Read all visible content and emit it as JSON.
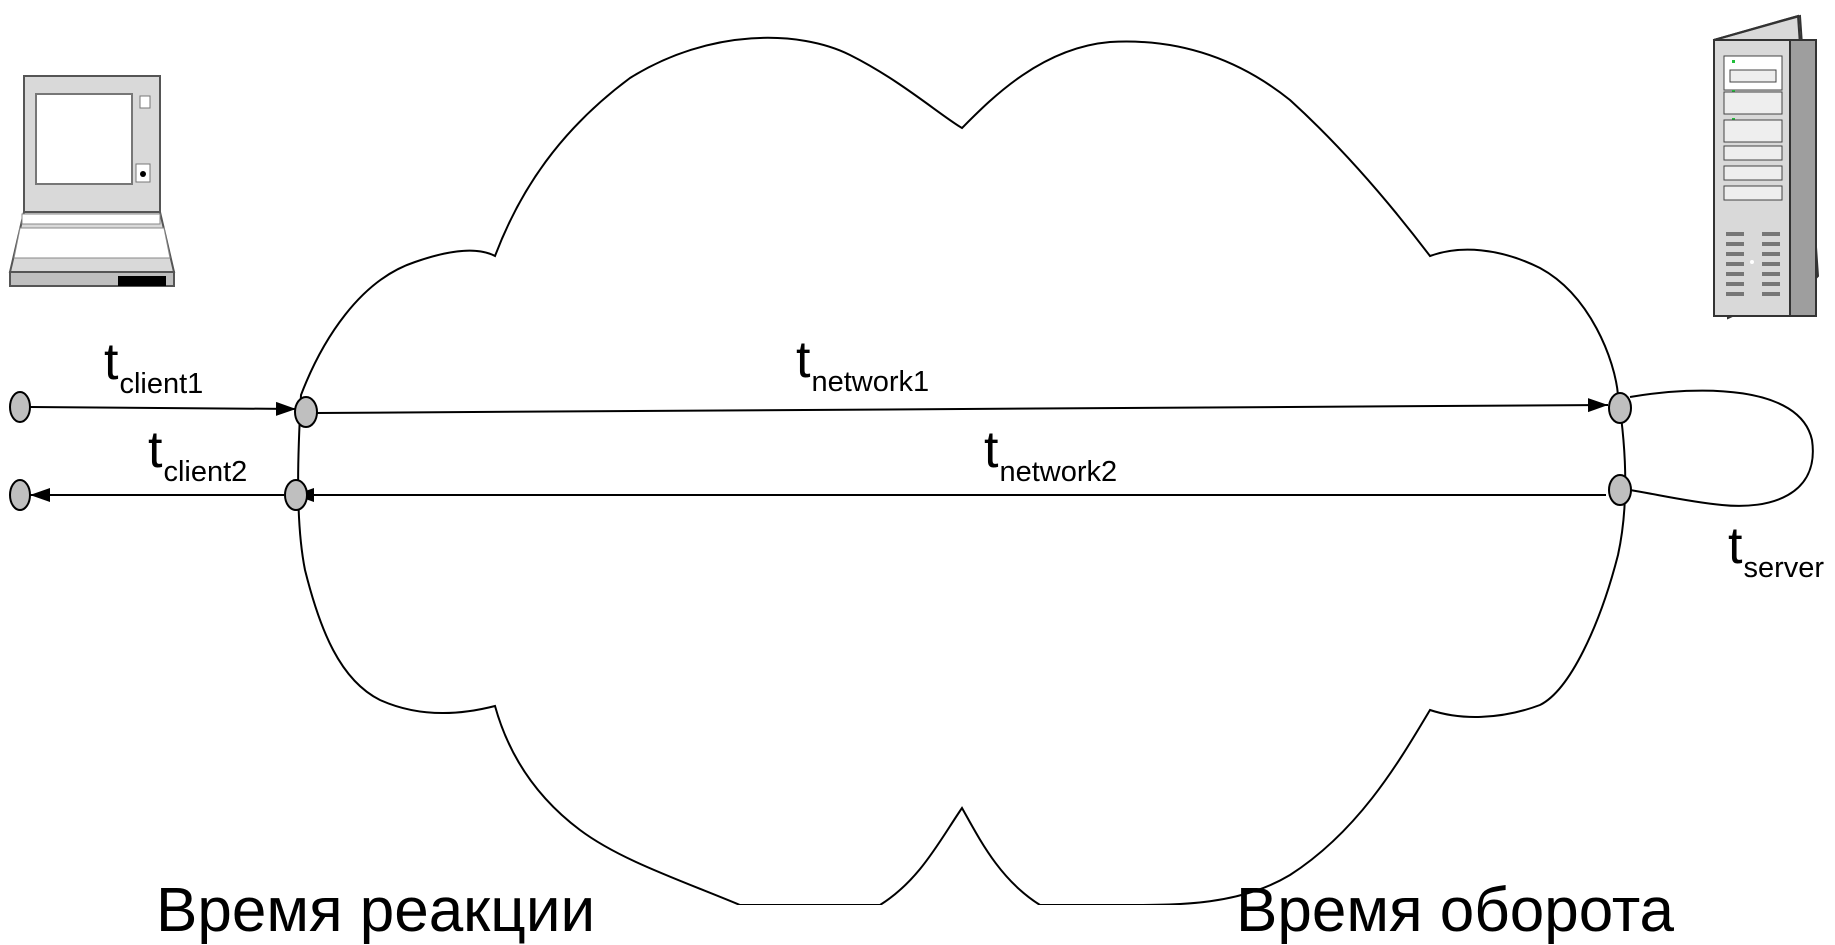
{
  "labels": {
    "client1": {
      "base": "t",
      "sub": "client1"
    },
    "client2": {
      "base": "t",
      "sub": "client2"
    },
    "network1": {
      "base": "t",
      "sub": "network1"
    },
    "network2": {
      "base": "t",
      "sub": "network2"
    },
    "server": {
      "base": "t",
      "sub": "server"
    }
  },
  "captions": {
    "left": "Время реакции",
    "right": "Время оборота"
  },
  "icons": {
    "client": "laptop-icon",
    "server": "server-tower-icon"
  },
  "colors": {
    "line": "#000000",
    "node_fill": "#bfbfbf",
    "device_fill": "#d9d9d9"
  }
}
